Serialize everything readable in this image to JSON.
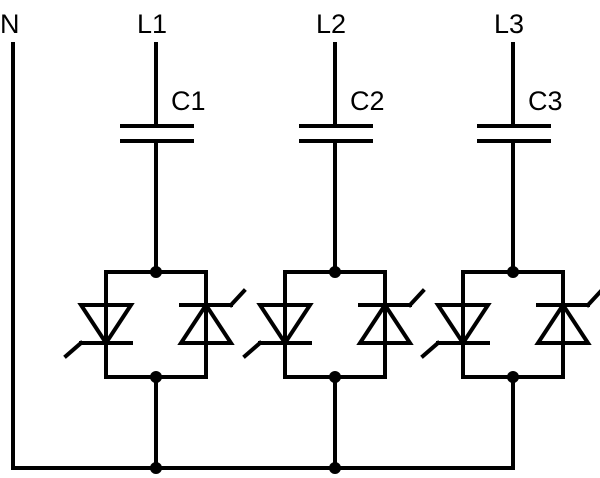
{
  "neutral": {
    "label": "N"
  },
  "phases": [
    {
      "line_label": "L1",
      "capacitor_label": "C1"
    },
    {
      "line_label": "L2",
      "capacitor_label": "C2"
    },
    {
      "line_label": "L3",
      "capacitor_label": "C3"
    }
  ],
  "colors": {
    "ink": "#000000",
    "background": "#ffffff"
  }
}
